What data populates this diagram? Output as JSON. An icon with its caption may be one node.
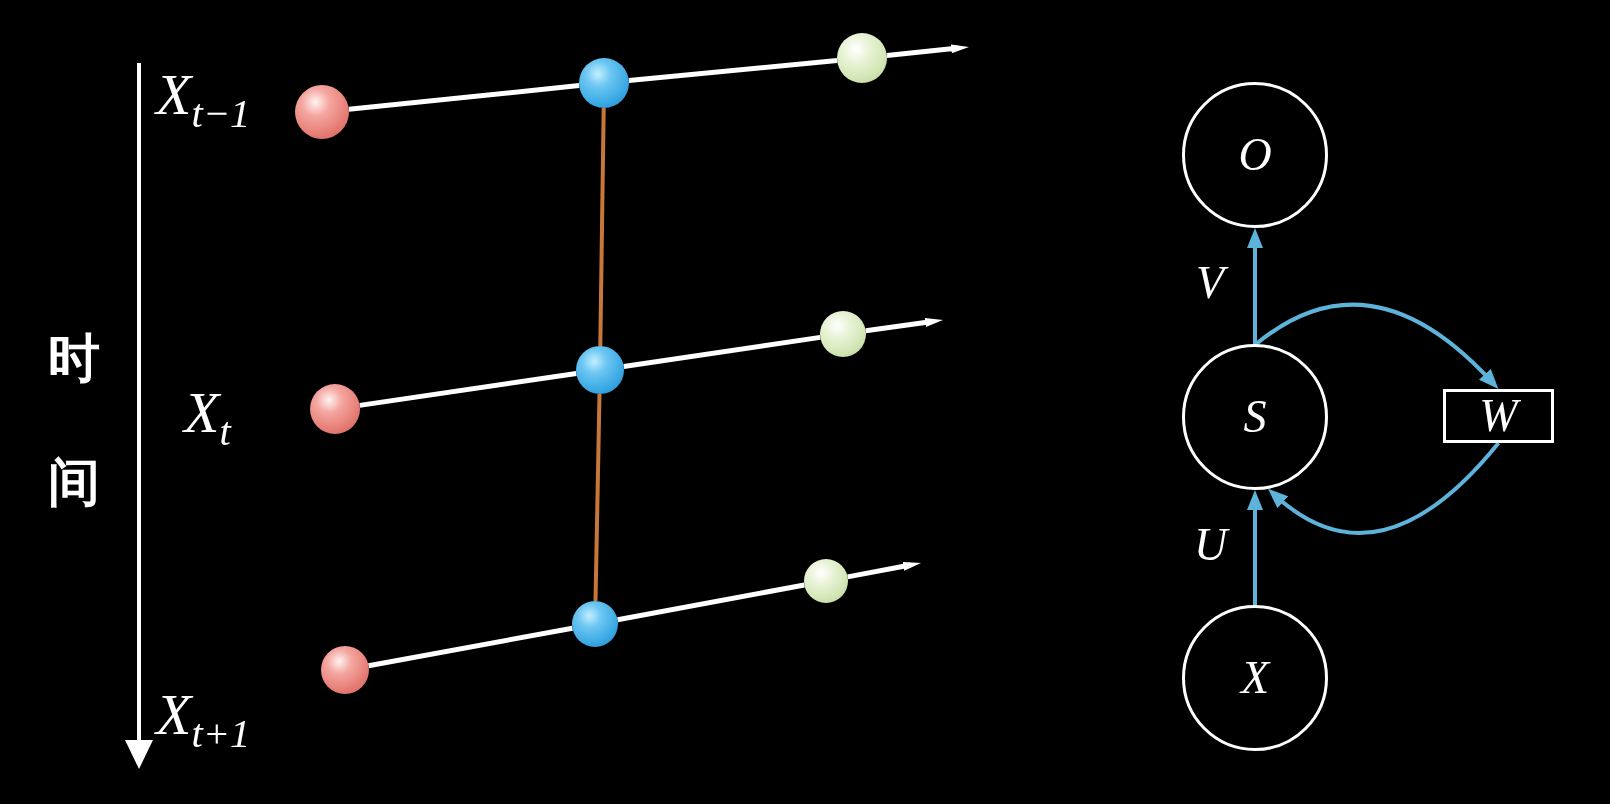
{
  "diagram": {
    "nodes": [
      {
        "text": [],
        "shape": "circle",
        "beside": [
          "X$_{t−1}$"
        ]
      },
      {
        "text": [],
        "shape": "circle"
      },
      {
        "text": [],
        "shape": "circle"
      },
      {
        "text": [],
        "shape": "circle",
        "beside": [
          "X$_{t}$"
        ]
      },
      {
        "text": [],
        "shape": "circle"
      },
      {
        "text": [],
        "shape": "circle"
      },
      {
        "text": [],
        "shape": "circle",
        "beside": [
          "X$_{t+1}$"
        ]
      },
      {
        "text": [],
        "shape": "circle"
      },
      {
        "text": [],
        "shape": "circle"
      },
      {
        "text": [
          "O"
        ]
      },
      {
        "text": [
          "S"
        ]
      },
      {
        "text": [
          "W"
        ]
      },
      {
        "text": [
          "X"
        ]
      }
    ],
    "edges": [
      {
        "from": 0,
        "to": 1,
        "arrow": "none"
      },
      {
        "from": 1,
        "to": 2,
        "arrow": "none"
      },
      {
        "from": 2,
        "to": null,
        "arrow": "to"
      },
      {
        "from": 3,
        "to": 4,
        "arrow": "none"
      },
      {
        "from": 4,
        "to": 5,
        "arrow": "none"
      },
      {
        "from": 5,
        "to": null,
        "arrow": "to"
      },
      {
        "from": 6,
        "to": 7,
        "arrow": "none"
      },
      {
        "from": 7,
        "to": 8,
        "arrow": "none"
      },
      {
        "from": 8,
        "to": null,
        "arrow": "to"
      },
      {
        "from": 1,
        "to": 4,
        "arrow": "none",
        "color": "#c8773a"
      },
      {
        "from": 4,
        "to": 7,
        "arrow": "none",
        "color": "#c8773a"
      },
      {
        "from": 10,
        "to": 9,
        "arrow": "to",
        "label": "V",
        "color": "#5db3da"
      },
      {
        "from": 12,
        "to": 10,
        "arrow": "to",
        "label": "U",
        "color": "#5db3da"
      },
      {
        "from": 10,
        "to": 11,
        "arrow": "to",
        "color": "#5db3da"
      },
      {
        "from": 11,
        "to": 10,
        "arrow": "to",
        "color": "#5db3da"
      }
    ],
    "labels": [
      "时间"
    ]
  }
}
